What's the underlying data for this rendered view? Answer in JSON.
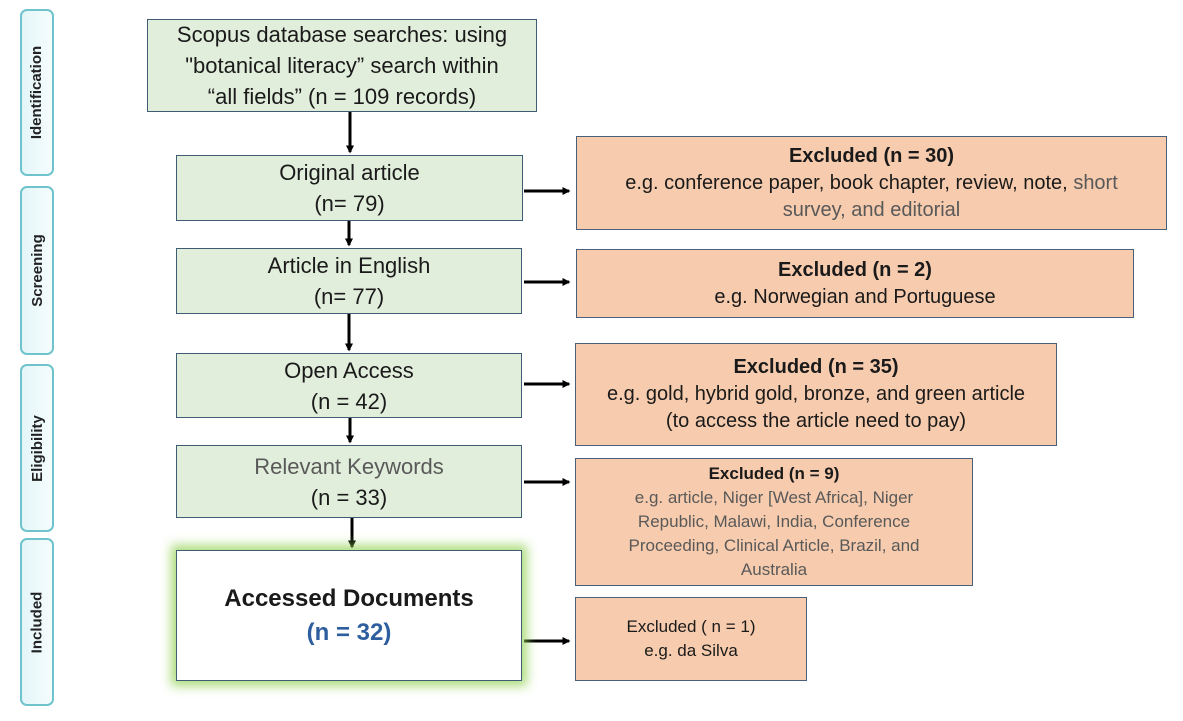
{
  "phases": {
    "identification": "Identification",
    "screening": "Screening",
    "eligibility": "Eligibility",
    "included": "Included"
  },
  "steps": {
    "scopus": {
      "line1": "Scopus database searches: using",
      "line2": "\"botanical literacy” search within",
      "line3": "“all fields” (n = 109 records)"
    },
    "original": {
      "label": "Original article",
      "count": "(n= 79)"
    },
    "english": {
      "label": "Article in English",
      "count": "(n= 77)"
    },
    "open_access": {
      "label": "Open Access",
      "count": "(n = 42)"
    },
    "keywords": {
      "label": "Relevant Keywords",
      "count": "(n = 33)"
    },
    "accessed": {
      "label": "Accessed Documents",
      "count": "(n = 32)"
    }
  },
  "exclusions": {
    "original": {
      "heading": "Excluded (n = 30)",
      "line1_main": "e.g. conference paper, book chapter, review, note,",
      "line1_muted": "short",
      "line2": "survey, and editorial"
    },
    "english": {
      "heading": "Excluded (n = 2)",
      "line1": "e.g. Norwegian and Portuguese"
    },
    "open_access": {
      "heading": "Excluded (n = 35)",
      "line1": "e.g. gold, hybrid gold, bronze, and green article",
      "line2": "(to access the article need to pay)"
    },
    "keywords": {
      "heading": "Excluded (n = 9)",
      "line1": "e.g. article, Niger [West Africa], Niger",
      "line2": "Republic, Malawi, India, Conference",
      "line3": "Proceeding, Clinical Article, Brazil, and",
      "line4": "Australia"
    },
    "accessed": {
      "heading": "Excluded ( n = 1)",
      "line1": "e.g. da Silva"
    }
  },
  "colors": {
    "step_fill": "#e2eedc",
    "excluded_fill": "#f7cbad",
    "phase_border": "#6ec3cc",
    "final_glow": "#92d050",
    "final_count": "#2e5e9e"
  }
}
